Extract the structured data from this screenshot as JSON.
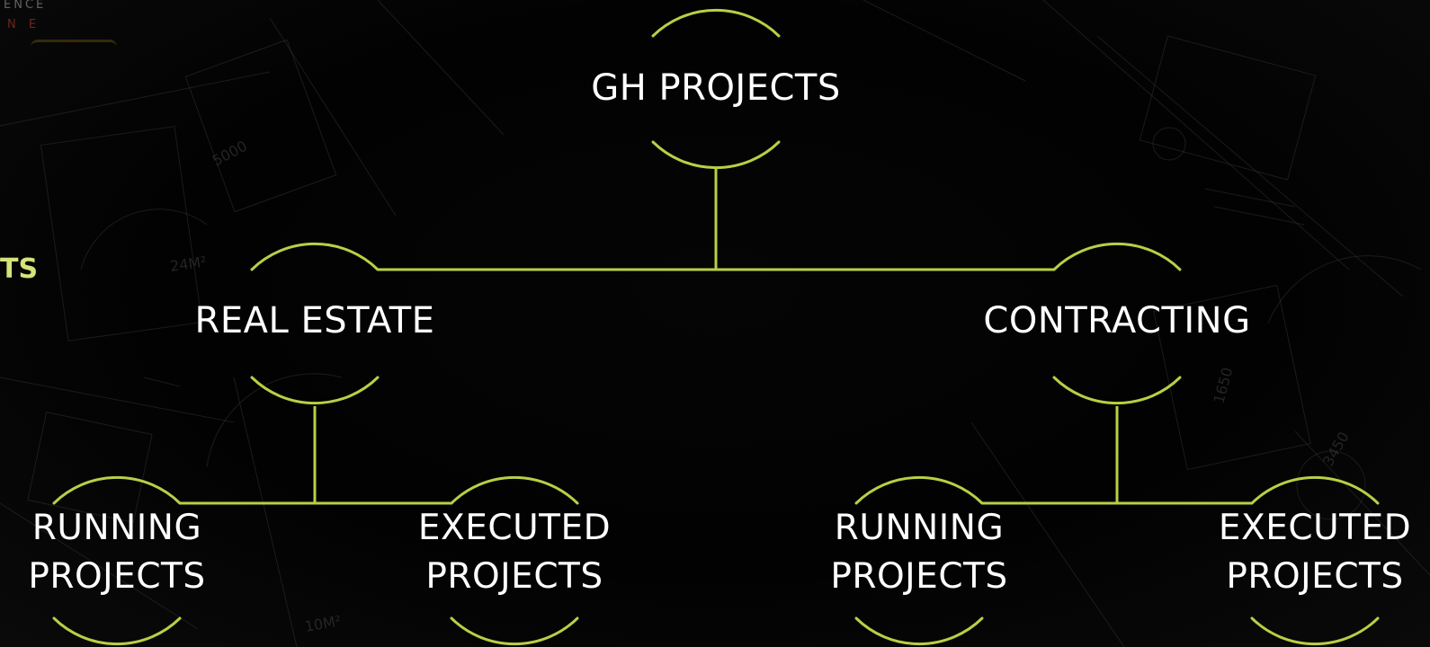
{
  "diagram": {
    "root": {
      "label": "GH PROJECTS"
    },
    "branches": [
      {
        "label": "REAL ESTATE",
        "children": [
          {
            "line1": "RUNNING",
            "line2": "PROJECTS"
          },
          {
            "line1": "EXECUTED",
            "line2": "PROJECTS"
          }
        ]
      },
      {
        "label": "CONTRACTING",
        "children": [
          {
            "line1": "RUNNING",
            "line2": "PROJECTS"
          },
          {
            "line1": "EXECUTED",
            "line2": "PROJECTS"
          }
        ]
      }
    ]
  },
  "background": {
    "logo_line1": "ENCE",
    "logo_line2": "N E",
    "left_fragment": "TS",
    "blueprint_marks": [
      "24M²",
      "5000",
      "1650",
      "10M²",
      "3450"
    ]
  },
  "colors": {
    "background": "#000000",
    "accent": "#b9cf45",
    "text": "#ffffff"
  }
}
